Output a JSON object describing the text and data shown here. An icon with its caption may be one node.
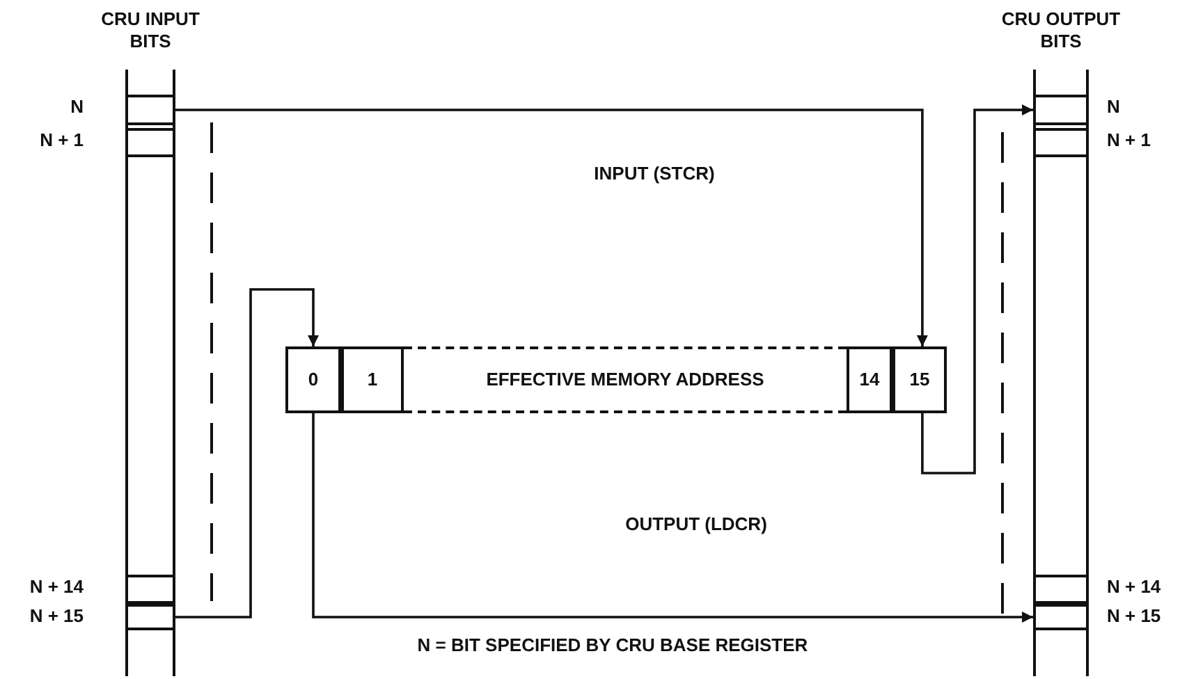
{
  "diagram": {
    "nodes": [
      {
        "text": [
          "CRU INPUT BITS"
        ]
      },
      {
        "text": [],
        "shape": "box",
        "in": 0,
        "beside": [
          "N"
        ]
      },
      {
        "text": [],
        "shape": "box",
        "in": 0,
        "beside": [
          "N + 1"
        ]
      },
      {
        "text": [],
        "shape": "box",
        "in": 0,
        "beside": [
          "N + 14"
        ]
      },
      {
        "text": [],
        "shape": "box",
        "in": 0,
        "beside": [
          "N + 15"
        ]
      },
      {
        "text": [
          "0"
        ]
      },
      {
        "text": [
          "1"
        ]
      },
      {
        "text": [
          "EFFECTIVE MEMORY ADDRESS"
        ]
      },
      {
        "text": [
          "14"
        ]
      },
      {
        "text": [
          "15"
        ]
      },
      {
        "text": [
          "CRU OUTPUT BITS"
        ]
      },
      {
        "text": [],
        "shape": "box",
        "in": 10,
        "beside": [
          "N"
        ]
      },
      {
        "text": [],
        "shape": "box",
        "in": 10,
        "beside": [
          "N + 1"
        ]
      },
      {
        "text": [],
        "shape": "box",
        "in": 10,
        "beside": [
          "N + 14"
        ]
      },
      {
        "text": [],
        "shape": "box",
        "in": 10,
        "beside": [
          "N + 15"
        ]
      }
    ],
    "edges": [
      {
        "from": 1,
        "to": 9,
        "arrow": "to"
      },
      {
        "from": 4,
        "to": 5,
        "arrow": "to"
      },
      {
        "from": 5,
        "to": 14,
        "arrow": "to"
      },
      {
        "from": 9,
        "to": 11,
        "arrow": "to"
      }
    ],
    "labels": [
      "INPUT (STCR)",
      "OUTPUT (LDCR)",
      "N = BIT SPECIFIED BY CRU BASE REGISTER"
    ]
  }
}
